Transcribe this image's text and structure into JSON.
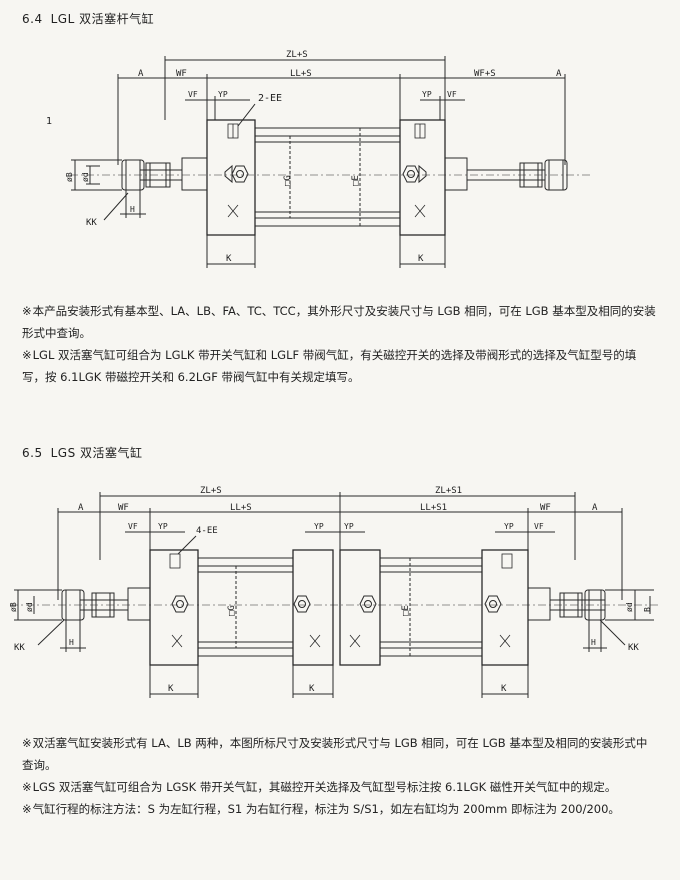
{
  "section1": {
    "number": "6.4",
    "title": "LGL 双活塞杆气缸",
    "labels": {
      "zl": "ZL+S",
      "a": "A",
      "wf": "WF",
      "ll": "LL+S",
      "wfs": "WF+S",
      "a2": "A",
      "vf": "VF",
      "yp": "YP",
      "ee": "2-EE",
      "yp2": "YP",
      "vf2": "VF",
      "side": "1",
      "b": "øB",
      "d": "ød",
      "h": "H",
      "kk": "KK",
      "g": "□G",
      "e": "□E",
      "k": "K"
    },
    "notes": [
      {
        "mark": "※",
        "text": "本产品安装形式有基本型、LA、LB、FA、TC、TCC，其外形尺寸及安装尺寸与 LGB 相同，可在 LGB 基本型及相同的安装形式中查询。"
      },
      {
        "mark": "※",
        "text": "LGL 双活塞气缸可组合为 LGLK 带开关气缸和 LGLF 带阀气缸，有关磁控开关的选择及带阀形式的选择及气缸型号的填写，按 6.1LGK 带磁控开关和 6.2LGF 带阀气缸中有关规定填写。"
      }
    ]
  },
  "section2": {
    "number": "6.5",
    "title": "LGS 双活塞气缸",
    "labels": {
      "zl": "ZL+S",
      "zl1": "ZL+S1",
      "a": "A",
      "wf": "WF",
      "vf": "VF",
      "yp": "YP",
      "ee": "4-EE",
      "ll": "LL+S",
      "ll1": "LL+S1",
      "yp2": "YP",
      "yp3": "YP",
      "yp4": "YP",
      "vf2": "VF",
      "wf2": "WF",
      "a2": "A",
      "b": "øB",
      "d": "ød",
      "h": "H",
      "kk": "KK",
      "g": "□G",
      "e": "□E",
      "k": "K",
      "k2": "K",
      "k3": "K",
      "d2": "ød",
      "b2": "B",
      "h2": "H",
      "kk2": "KK"
    },
    "notes": [
      {
        "mark": "※",
        "text": "双活塞气缸安装形式有 LA、LB 两种，本图所标尺寸及安装形式尺寸与 LGB 相同，可在 LGB 基本型及相同的安装形式中查询。"
      },
      {
        "mark": "※",
        "text": "LGS 双活塞气缸可组合为 LGSK 带开关气缸，其磁控开关选择及气缸型号标注按 6.1LGK 磁性开关气缸中的规定。"
      },
      {
        "mark": "※",
        "text": "气缸行程的标注方法：S 为左缸行程，S1 为右缸行程，标注为 S/S1，如左右缸均为 200mm 即标注为 200/200。"
      }
    ]
  }
}
